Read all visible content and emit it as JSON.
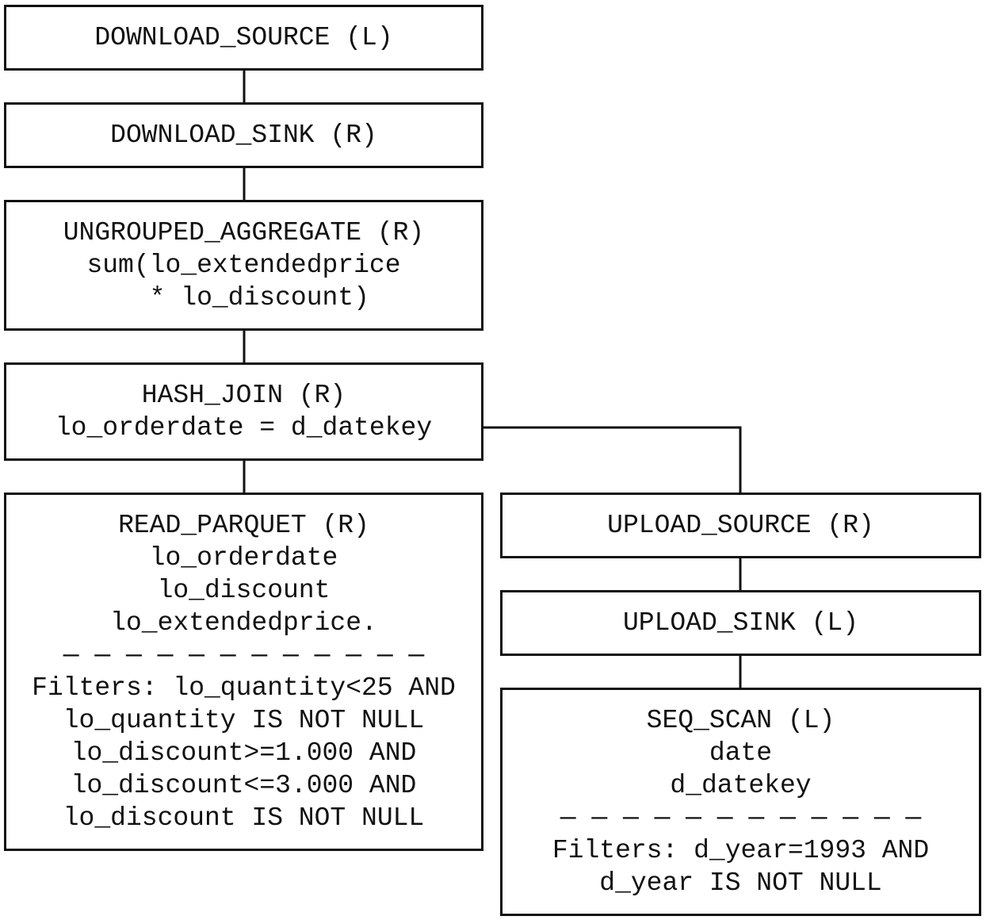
{
  "nodes": {
    "download_source": {
      "lines": [
        "DOWNLOAD_SOURCE (L)"
      ]
    },
    "download_sink": {
      "lines": [
        "DOWNLOAD_SINK (R)"
      ]
    },
    "ungrouped_aggregate": {
      "lines": [
        "UNGROUPED_AGGREGATE (R)",
        "sum(lo_extendedprice",
        "  * lo_discount)"
      ]
    },
    "hash_join": {
      "lines": [
        "HASH_JOIN (R)",
        "lo_orderdate = d_datekey"
      ]
    },
    "read_parquet": {
      "lines": [
        "READ_PARQUET (R)",
        "lo_orderdate",
        "lo_discount",
        "lo_extendedprice."
      ],
      "separator": "— — — — — — — — — — — —",
      "filters": [
        "Filters: lo_quantity<25 AND",
        "lo_quantity IS NOT NULL",
        "lo_discount>=1.000 AND",
        "lo_discount<=3.000 AND",
        "lo_discount IS NOT NULL"
      ]
    },
    "upload_source": {
      "lines": [
        "UPLOAD_SOURCE (R)"
      ]
    },
    "upload_sink": {
      "lines": [
        "UPLOAD_SINK (L)"
      ]
    },
    "seq_scan": {
      "lines": [
        "SEQ_SCAN (L)",
        "date",
        "d_datekey"
      ],
      "separator": "— — — — — — — — — — — —",
      "filters": [
        "Filters: d_year=1993 AND",
        "d_year IS NOT NULL"
      ]
    }
  },
  "colors": {
    "stroke": "#111111",
    "background": "#ffffff"
  }
}
